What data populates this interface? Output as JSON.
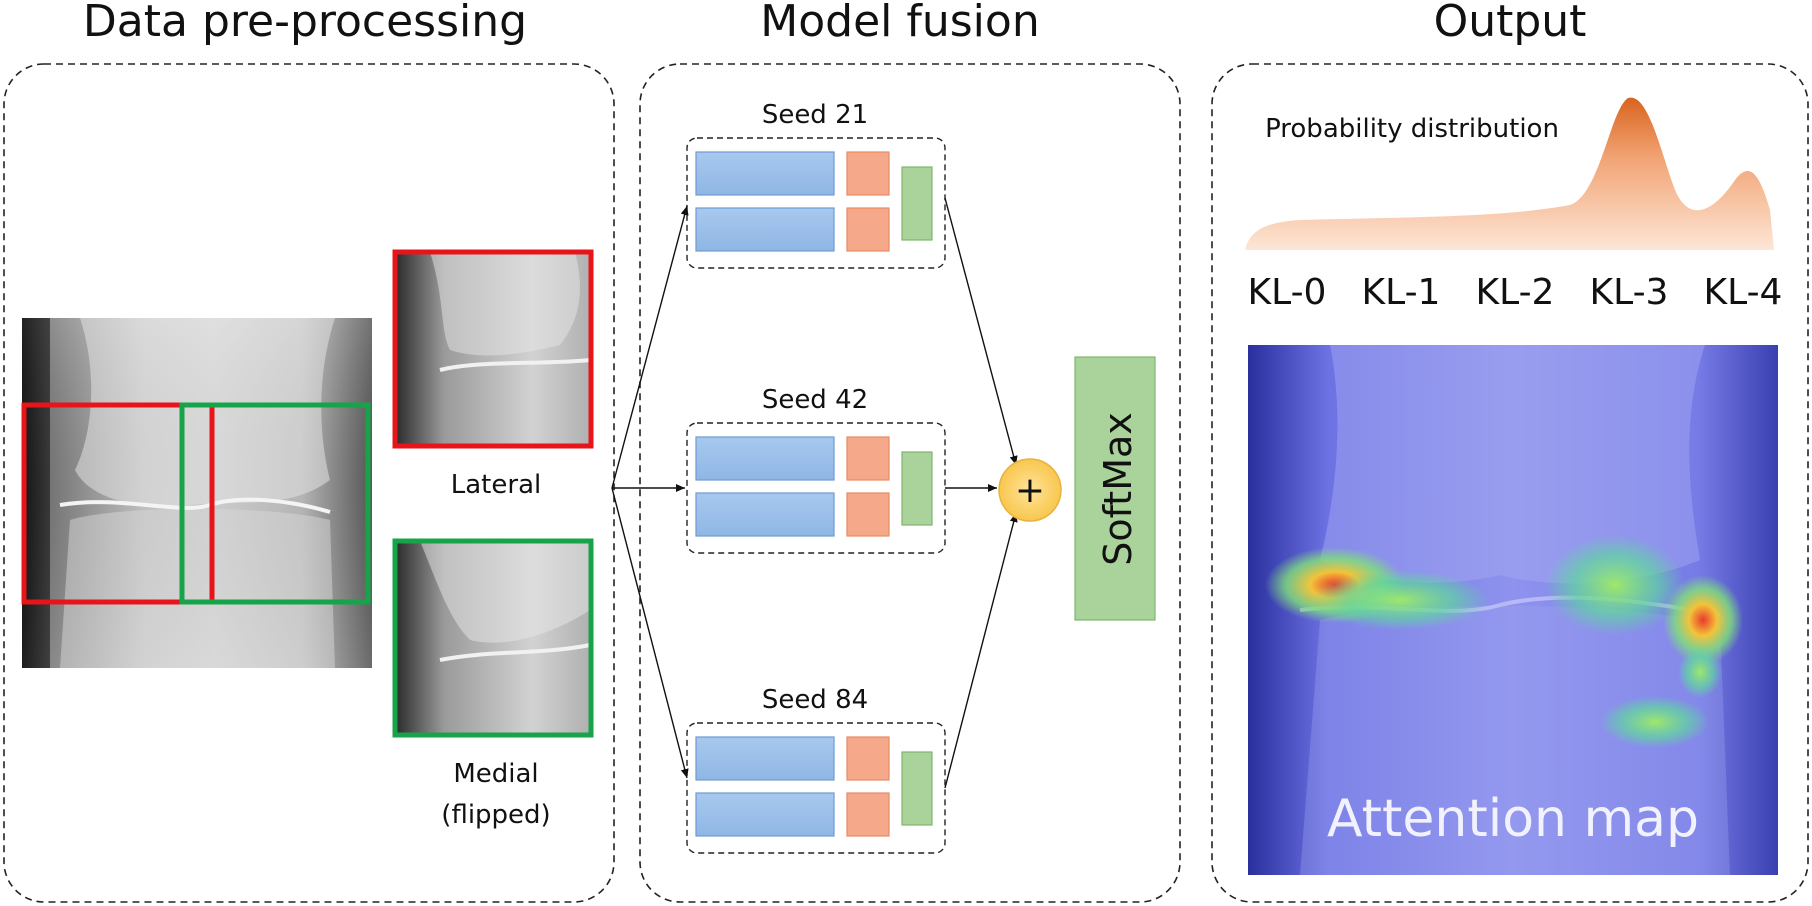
{
  "sections": {
    "preprocessing": "Data pre-processing",
    "fusion": "Model fusion",
    "output": "Output"
  },
  "crops": {
    "lateral": "Lateral",
    "medial_line1": "Medial",
    "medial_line2": "(flipped)"
  },
  "models": [
    {
      "seed": "Seed 21"
    },
    {
      "seed": "Seed 42"
    },
    {
      "seed": "Seed 84"
    }
  ],
  "fusion_op": "+",
  "softmax": "SoftMax",
  "probability": {
    "title": "Probability distribution",
    "classes": [
      "KL-0",
      "KL-1",
      "KL-2",
      "KL-3",
      "KL-4"
    ]
  },
  "attention_label": "Attention map",
  "colors": {
    "lateral_box": "#e8141a",
    "medial_box": "#17a34a",
    "encoder_blue": "#9fc3ec",
    "encoder_orange": "#f5a98a",
    "encoder_green": "#a9d39a",
    "softmax": "#a9d39a",
    "fusion_node": "#ffd77a",
    "distribution": "#e07a3a",
    "attention_overlay": "#6f74e6"
  }
}
